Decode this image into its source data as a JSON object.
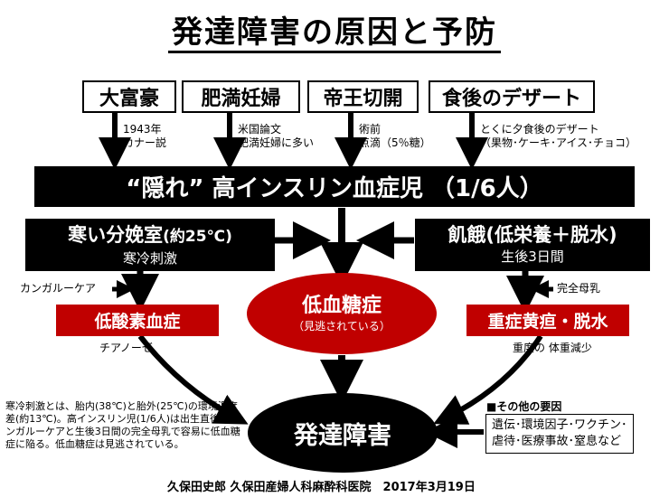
{
  "title": "発達障害の原因と予防",
  "causes": [
    {
      "label": "大富豪",
      "note1": "1943年",
      "note2": "カナー説"
    },
    {
      "label": "肥満妊婦",
      "note1": "米国論文",
      "note2": "肥満妊婦に多い"
    },
    {
      "label": "帝王切開",
      "note1": "術前",
      "note2": "点滴（5％糖）"
    },
    {
      "label": "食後のデザート",
      "note1": "とくに夕食後のデザート",
      "note2": "（果物･ケーキ･アイス･チョコ）"
    }
  ],
  "hidden_bar": "“隠れ” 高インスリン血症児 （1/6人）",
  "cold_room": {
    "main": "寒い分娩室",
    "temp": "(約25℃)",
    "sub": "寒冷刺激"
  },
  "starvation": {
    "main": "飢餓(低栄養＋脱水)",
    "sub": "生後3日間"
  },
  "kangaroo": "カンガルーケア",
  "breastfeeding": "完全母乳",
  "hypoxemia": {
    "label": "低酸素血症",
    "note": "チアノーゼ"
  },
  "jaundice": {
    "label": "重症黄疸・脱水",
    "note": "重度の 体重減少"
  },
  "hypoglycemia": {
    "main": "低血糖症",
    "sub": "（見逃されている）"
  },
  "disorder": "発達障害",
  "explanation": "寒冷刺激とは、胎内(38℃)と胎外(25℃)の環境温度差(約13℃)。高インスリン児(1/6人)は出生直後のカンガルーケアと生後3日間の完全母乳で容易に低血糖症に陥る。低血糖症は見逃されている。",
  "other_factors": {
    "heading": "■その他の要因",
    "line1": "遺伝･環境因子･ワクチン･",
    "line2": "虐待･医療事故･窒息など"
  },
  "footer": "久保田史郎 久保田産婦人科麻酔科医院　2017年3月19日"
}
